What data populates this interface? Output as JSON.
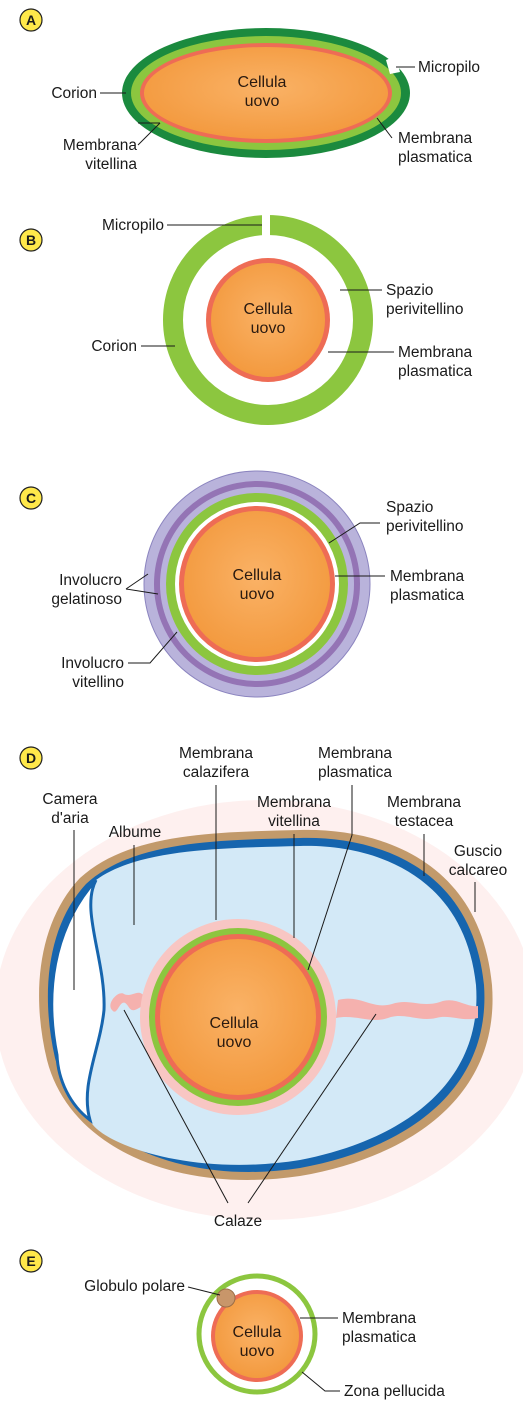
{
  "colors": {
    "cell_fill": "#F7A248",
    "plasma_membrane": "#EE6C55",
    "chorion_light": "#8CC63F",
    "chorion_dark": "#1B8A3E",
    "vitelline": "#8CC63F",
    "gel_outer": "#B9B3DB",
    "gel_inner": "#9474B5",
    "albumen": "#D3E9F7",
    "shell_membrane": "#1665AE",
    "shell": "#B88E60",
    "chalazae": "#F5B1AE",
    "badge": "#FFE84A"
  },
  "panels": {
    "A": {
      "badge": "A",
      "cell": [
        "Cellula",
        "uovo"
      ],
      "labels": {
        "corion": "Corion",
        "micropilo": "Micropilo",
        "membrana_vitellina": [
          "Membrana",
          "vitellina"
        ],
        "membrana_plasmatica": [
          "Membrana",
          "plasmatica"
        ]
      }
    },
    "B": {
      "badge": "B",
      "cell": [
        "Cellula",
        "uovo"
      ],
      "labels": {
        "micropilo": "Micropilo",
        "corion": "Corion",
        "spazio_perivitellino": [
          "Spazio",
          "perivitellino"
        ],
        "membrana_plasmatica": [
          "Membrana",
          "plasmatica"
        ]
      }
    },
    "C": {
      "badge": "C",
      "cell": [
        "Cellula",
        "uovo"
      ],
      "labels": {
        "spazio_perivitellino": [
          "Spazio",
          "perivitellino"
        ],
        "membrana_plasmatica": [
          "Membrana",
          "plasmatica"
        ],
        "involucro_gelatinoso": [
          "Involucro",
          "gelatinoso"
        ],
        "involucro_vitellino": [
          "Involucro",
          "vitellino"
        ]
      }
    },
    "D": {
      "badge": "D",
      "cell": [
        "Cellula",
        "uovo"
      ],
      "labels": {
        "membrana_calazifera": [
          "Membrana",
          "calazifera"
        ],
        "membrana_plasmatica": [
          "Membrana",
          "plasmatica"
        ],
        "camera_aria": [
          "Camera",
          "d'aria"
        ],
        "albume": "Albume",
        "membrana_vitellina": [
          "Membrana",
          "vitellina"
        ],
        "membrana_testacea": [
          "Membrana",
          "testacea"
        ],
        "guscio_calcareo": [
          "Guscio",
          "calcareo"
        ],
        "calaze": "Calaze"
      }
    },
    "E": {
      "badge": "E",
      "cell": [
        "Cellula",
        "uovo"
      ],
      "labels": {
        "globulo_polare": "Globulo polare",
        "membrana_plasmatica": [
          "Membrana",
          "plasmatica"
        ],
        "zona_pellucida": "Zona pellucida"
      }
    }
  }
}
